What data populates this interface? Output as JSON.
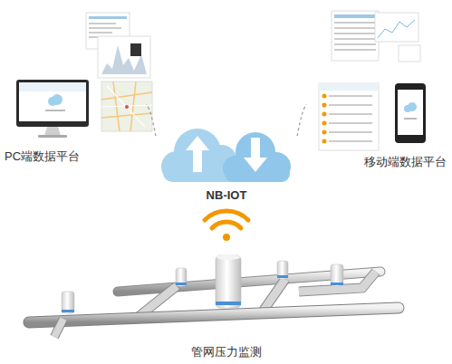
{
  "diagram": {
    "nodes": [
      {
        "text": [
          "PC端数据平台"
        ]
      },
      {
        "text": [
          "NB-IOT"
        ]
      },
      {
        "text": [
          "移动端数据平台"
        ]
      },
      {
        "text": [
          "管网压力监测"
        ]
      }
    ],
    "edges": [
      {
        "from": 1,
        "to": 0,
        "arrow": "none"
      },
      {
        "from": 1,
        "to": 2,
        "arrow": "none"
      }
    ]
  }
}
